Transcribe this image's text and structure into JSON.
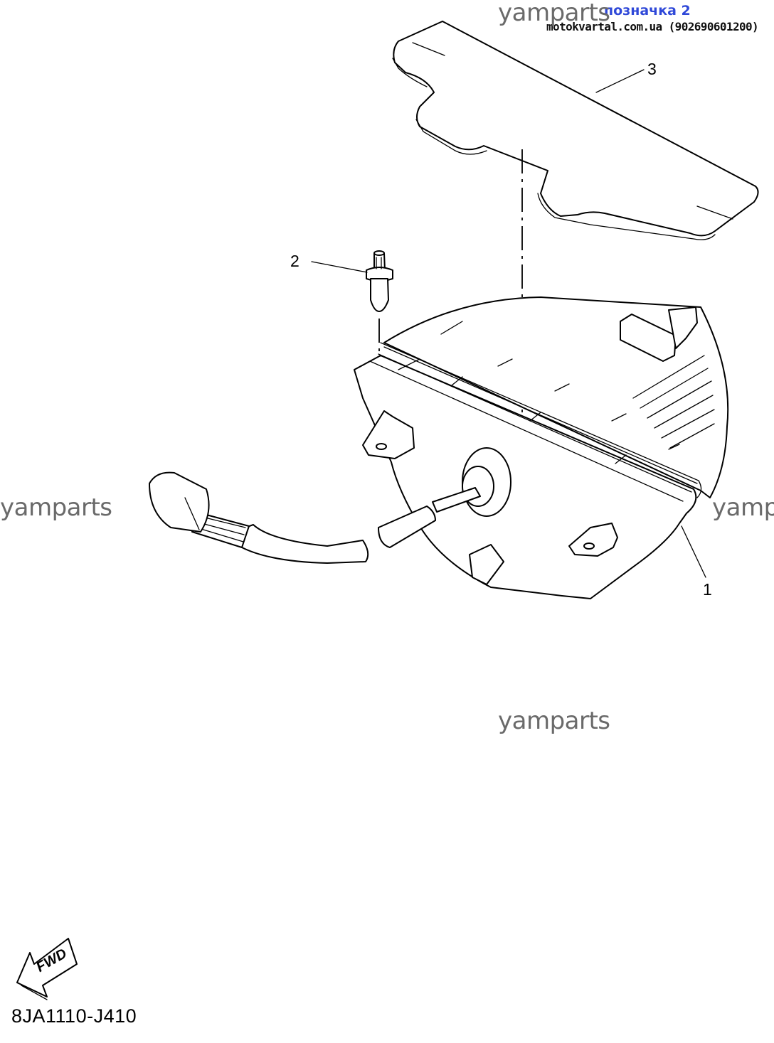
{
  "header": {
    "title": "позначка 2",
    "site": "motokvartal.com.ua (902690601200)"
  },
  "watermarks": [
    "yamparts",
    "yamparts",
    "yamparts",
    "yamp"
  ],
  "callouts": {
    "part1": "1",
    "part2": "2",
    "part3": "3"
  },
  "fwd_label": "FWD",
  "diagram_code": "8JA1110-J410"
}
